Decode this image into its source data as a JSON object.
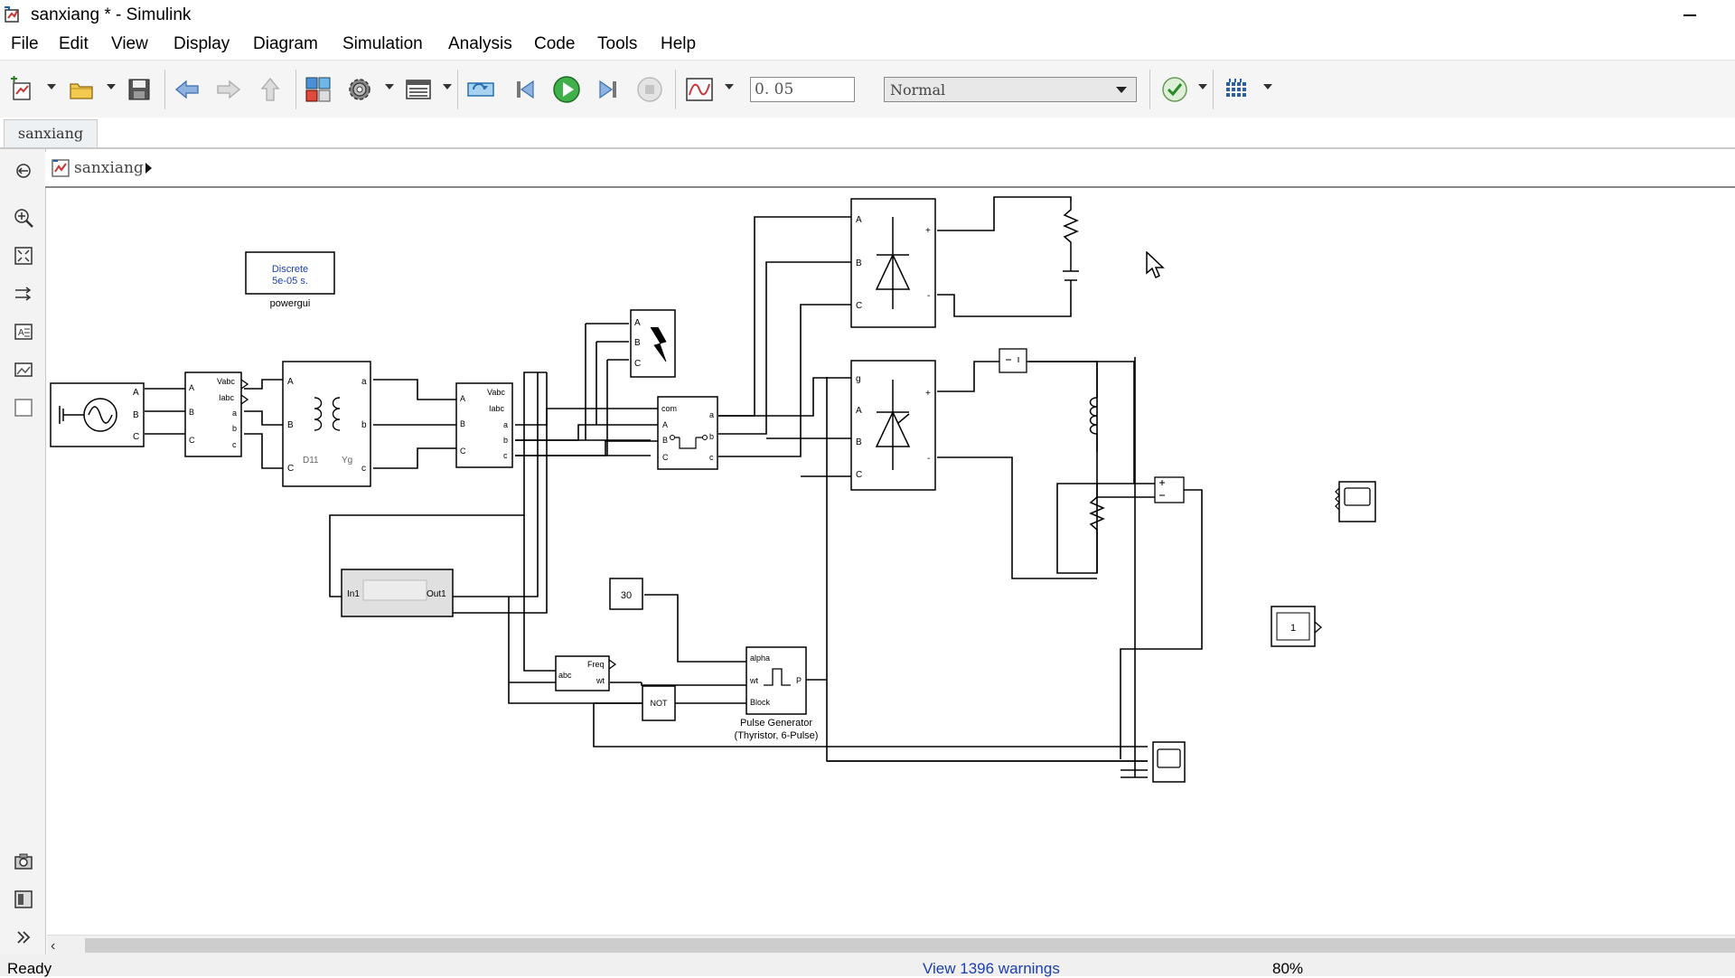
{
  "window": {
    "title": "sanxiang * - Simulink"
  },
  "menu": [
    "File",
    "Edit",
    "View",
    "Display",
    "Diagram",
    "Simulation",
    "Analysis",
    "Code",
    "Tools",
    "Help"
  ],
  "toolbar": {
    "stop_time": "0. 05",
    "sim_mode": "Normal"
  },
  "tab": {
    "label": "sanxiang"
  },
  "breadcrumb": {
    "label": "sanxiang"
  },
  "blocks": {
    "powergui": {
      "line1": "Discrete",
      "line2": "5e-05 s.",
      "caption": "powergui"
    },
    "vi1": {
      "out1": "Vabc",
      "out2": "Iabc",
      "a": "a",
      "b": "b",
      "c": "c",
      "A": "A",
      "B": "B",
      "C": "C"
    },
    "transformer": {
      "A": "A",
      "B": "B",
      "C": "C",
      "a": "a",
      "b": "b",
      "c": "c",
      "primary": "D11",
      "secondary": "Yg"
    },
    "source": {
      "A": "A",
      "B": "B",
      "C": "C"
    },
    "vi2": {
      "out1": "Vabc",
      "out2": "Iabc",
      "a": "a",
      "b": "b",
      "c": "c",
      "A": "A",
      "B": "B",
      "C": "C"
    },
    "fault": {
      "A": "A",
      "B": "B",
      "C": "C"
    },
    "breaker": {
      "com": "com",
      "A": "A",
      "B": "B",
      "C": "C",
      "a": "a",
      "b": "b",
      "c": "c"
    },
    "bridge_top": {
      "A": "A",
      "B": "B",
      "C": "C",
      "plus": "+",
      "minus": "-"
    },
    "bridge_bot": {
      "g": "g",
      "A": "A",
      "B": "B",
      "C": "C",
      "plus": "+",
      "minus": "-"
    },
    "subsystem": {
      "in": "In1",
      "out": "Out1"
    },
    "constant": {
      "value": "30"
    },
    "pll": {
      "in": "abc",
      "out1": "Freq",
      "out2": "wt"
    },
    "not": {
      "label": "NOT"
    },
    "pulse": {
      "alpha": "alpha",
      "wt": "wt",
      "block": "Block",
      "p": "P",
      "caption1": "Pulse Generator",
      "caption2": "(Thyristor, 6-Pulse)"
    },
    "display": {
      "value": "1"
    }
  },
  "status": {
    "ready": "Ready",
    "warnings": "View 1396 warnings",
    "zoom": "80%"
  }
}
